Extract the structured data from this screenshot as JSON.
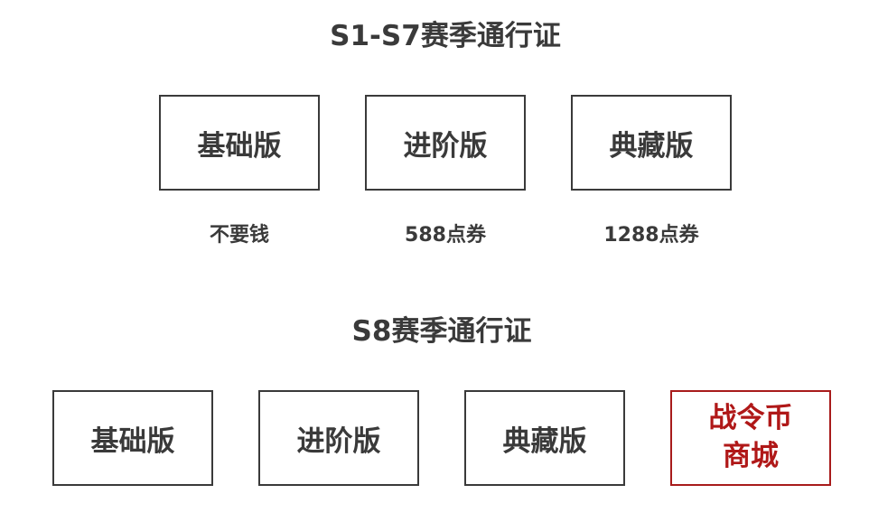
{
  "top_section": {
    "title": "S1-S7赛季通行证",
    "tiers": [
      {
        "label": "基础版",
        "price": "不要钱"
      },
      {
        "label": "进阶版",
        "price": "588点券"
      },
      {
        "label": "典藏版",
        "price": "1288点券"
      }
    ]
  },
  "bottom_section": {
    "title": "S8赛季通行证",
    "tiers": [
      {
        "label": "基础版"
      },
      {
        "label": "进阶版"
      },
      {
        "label": "典藏版"
      }
    ],
    "shop": {
      "line1": "战令币",
      "line2": "商城"
    }
  },
  "colors": {
    "text": "#3a3a3a",
    "border": "#3a3a3a",
    "highlight": "#b01818"
  }
}
